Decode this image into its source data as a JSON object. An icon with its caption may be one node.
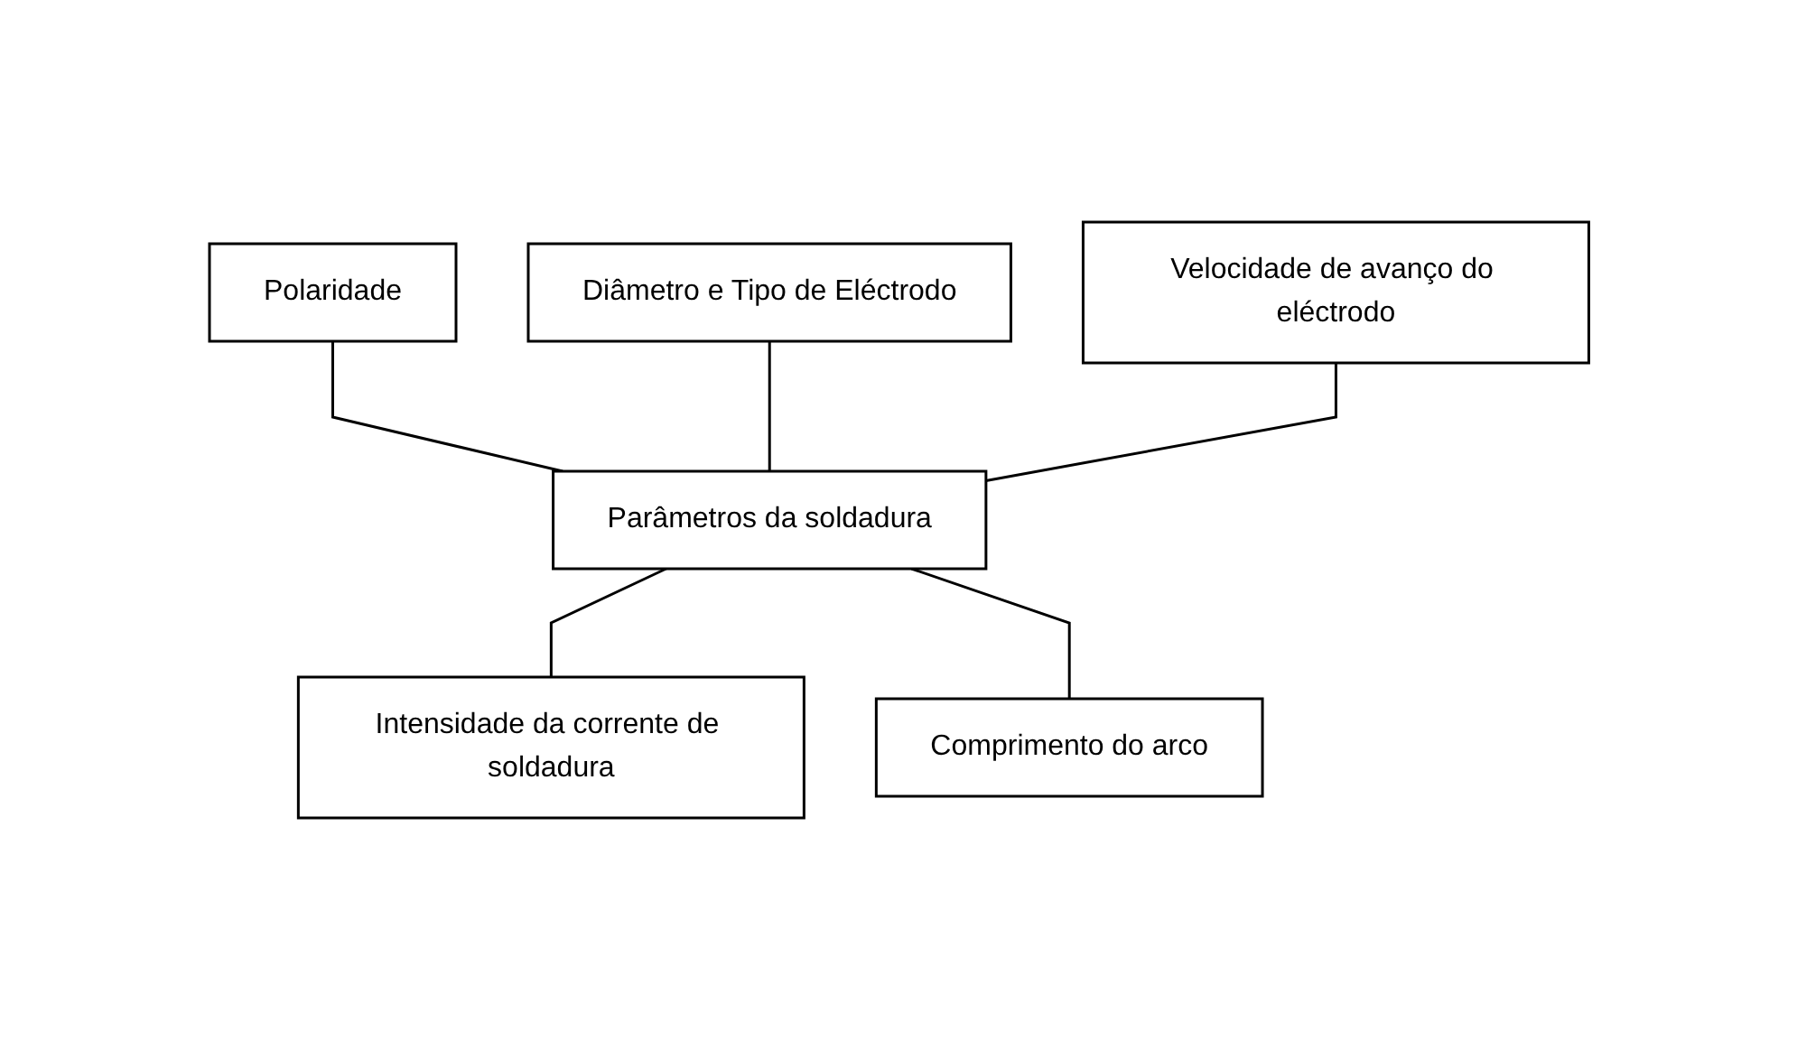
{
  "diagram": {
    "nodes": [
      {
        "text": [
          "Polaridade"
        ]
      },
      {
        "text": [
          "Diâmetro e Tipo de Eléctrodo"
        ]
      },
      {
        "text": [
          "Velocidade de avanço do eléctrodo"
        ]
      },
      {
        "text": [
          "Parâmetros da soldadura"
        ]
      },
      {
        "text": [
          "Intensidade da corrente de soldadura"
        ]
      },
      {
        "text": [
          "Comprimento do arco"
        ]
      }
    ],
    "edges": [
      {
        "from": 0,
        "to": 3,
        "arrow": "none"
      },
      {
        "from": 1,
        "to": 3,
        "arrow": "none"
      },
      {
        "from": 2,
        "to": 3,
        "arrow": "none"
      },
      {
        "from": 3,
        "to": 4,
        "arrow": "none"
      },
      {
        "from": 3,
        "to": 5,
        "arrow": "none"
      }
    ]
  }
}
